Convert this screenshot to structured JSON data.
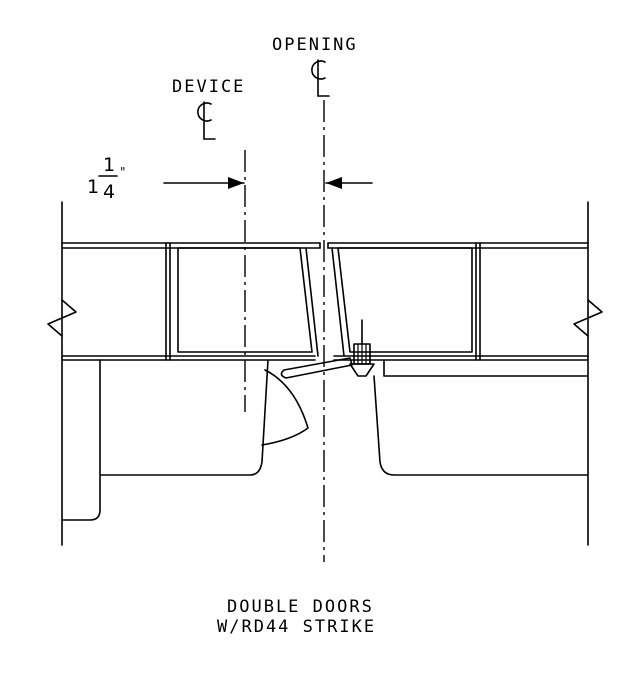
{
  "labels": {
    "opening": "OPENING",
    "device": "DEVICE",
    "centerline_symbol": "CL",
    "dimension_whole": "1",
    "dimension_numerator": "1",
    "dimension_denominator": "4",
    "dimension_unit": "\"",
    "caption_line1": "DOUBLE DOORS",
    "caption_line2": "W/RD44 STRIKE"
  }
}
